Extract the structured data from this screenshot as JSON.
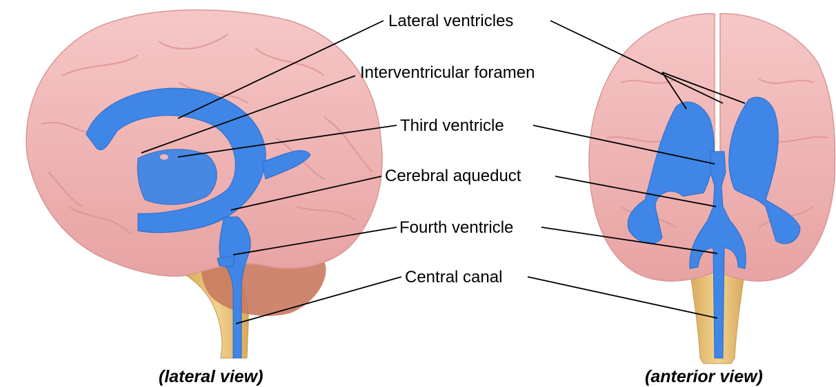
{
  "labels": {
    "lateral_ventricles": "Lateral ventricles",
    "interventricular_foramen": "Interventricular foramen",
    "third_ventricle": "Third ventricle",
    "cerebral_aqueduct": "Cerebral aqueduct",
    "fourth_ventricle": "Fourth ventricle",
    "central_canal": "Central canal"
  },
  "captions": {
    "lateral": "(lateral view)",
    "anterior": "(anterior view)"
  },
  "colors": {
    "brain": "#f2b8b8",
    "brain_gyri": "#e79f9f",
    "cerebellum": "#c97a5e",
    "brainstem": "#e9c27a",
    "ventricles": "#3f86e6"
  }
}
